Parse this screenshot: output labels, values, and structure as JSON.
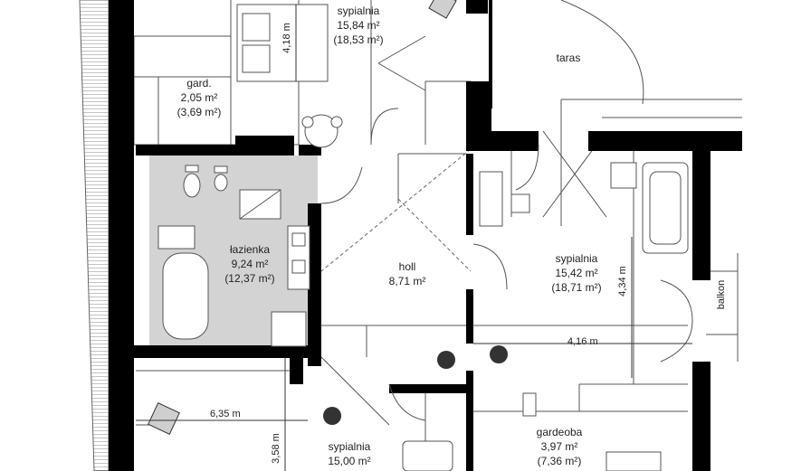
{
  "rooms": {
    "sypialnia_top": {
      "name": "sypialnia",
      "area": "15,84 m²",
      "area_gross": "(18,53 m²)"
    },
    "gard": {
      "name": "gard.",
      "area": "2,05 m²",
      "area_gross": "(3,69 m²)"
    },
    "lazienka": {
      "name": "łazienka",
      "area": "9,24 m²",
      "area_gross": "(12,37 m²)"
    },
    "holl": {
      "name": "holl",
      "area": "8,71 m²"
    },
    "sypialnia_right": {
      "name": "sypialnia",
      "area": "15,42 m²",
      "area_gross": "(18,71 m²)"
    },
    "gardeoba": {
      "name": "gardeoba",
      "area": "3,97 m²",
      "area_gross": "(7,36 m²)"
    },
    "sypialnia_bottom": {
      "name": "sypialnia",
      "area": "15,00 m²"
    },
    "taras": {
      "name": "taras"
    },
    "balkon": {
      "name": "balkon"
    }
  },
  "dimensions": {
    "d418": "4,18 m",
    "d434": "4,34 m",
    "d416": "4,16 m",
    "d635": "6,35 m",
    "d358": "3,58 m"
  },
  "colors": {
    "wall": "#000000",
    "bathroom_fill": "#d3d3d3",
    "line": "#444444"
  }
}
